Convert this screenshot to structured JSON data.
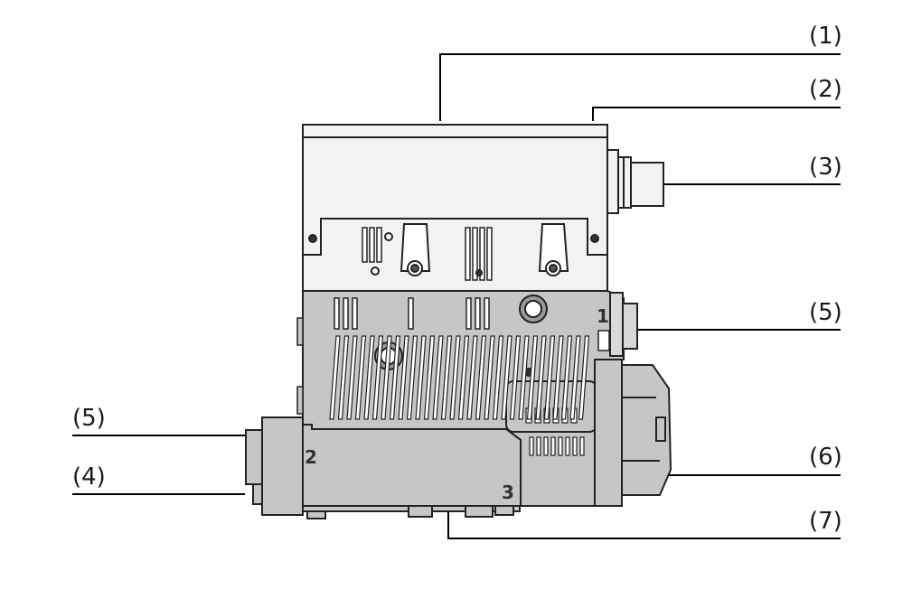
{
  "callouts": [
    {
      "id": "c1",
      "text": "(1)"
    },
    {
      "id": "c2",
      "text": "(2)"
    },
    {
      "id": "c3",
      "text": "(3)"
    },
    {
      "id": "c5r",
      "text": "(5)"
    },
    {
      "id": "c6",
      "text": "(6)"
    },
    {
      "id": "c7",
      "text": "(7)"
    },
    {
      "id": "c5l",
      "text": "(5)"
    },
    {
      "id": "c4",
      "text": "(4)"
    }
  ],
  "ports": {
    "p1": "1",
    "p2": "2",
    "p3": "3"
  },
  "colors": {
    "outline": "#222222",
    "body_fill": "#c6c6c6",
    "head_fill": "#f2f2f2",
    "slot_fill": "#ffffff",
    "leader": "#000000"
  }
}
